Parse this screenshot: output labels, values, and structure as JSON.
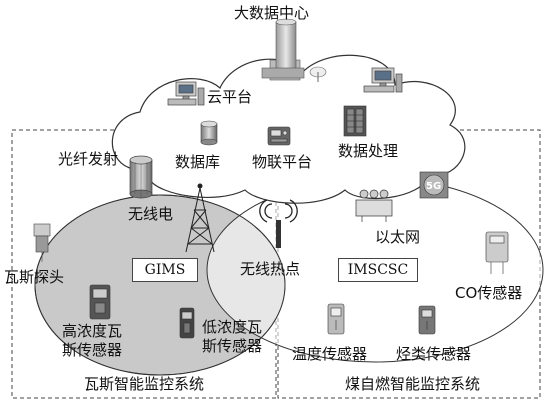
{
  "top": {
    "big_data_center": "大数据中心",
    "cloud_platform": "云平台"
  },
  "cloud_row": {
    "database": "数据库",
    "iot_platform": "物联平台",
    "data_processing": "数据处理"
  },
  "network": {
    "fiber_emitter": "光纤发射",
    "wireless_radio": "无线电",
    "ethernet": "以太网",
    "wireless_hotspot": "无线热点"
  },
  "systems": {
    "gims": "GIMS",
    "imscsc": "IMSCSC",
    "gas_system": "瓦斯智能监控系统",
    "coal_system": "煤自燃智能监控系统"
  },
  "sensors": {
    "gas_probe": "瓦斯探头",
    "high_conc": "高浓度瓦\n斯传感器",
    "low_conc": "低浓度瓦\n斯传感器",
    "temperature": "温度传感器",
    "hydrocarbon": "烃类传感器",
    "co": "CO传感器"
  },
  "icons": {
    "badge_5g": "5G"
  }
}
